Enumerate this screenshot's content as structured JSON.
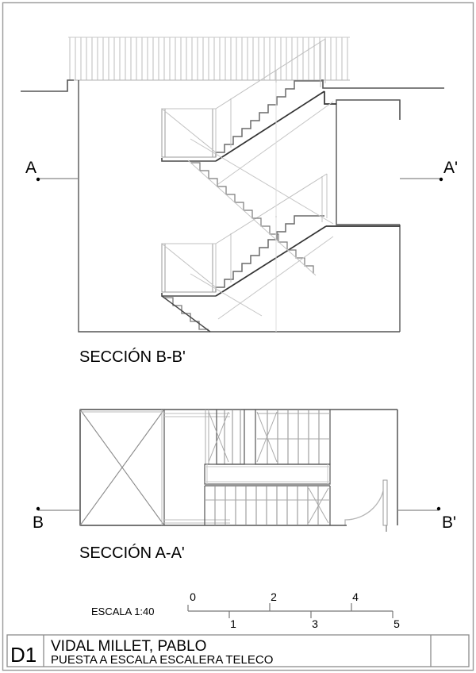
{
  "sheet": {
    "border_color": "#9a9a9a",
    "line_color": "#4a4a4a",
    "thin_color": "#b4b4b4",
    "hatch_color": "#d0d0d0"
  },
  "drawings": [
    {
      "id": "upper",
      "caption": "SECCIÓN B-B'",
      "type": "section",
      "markers": {
        "left": "A",
        "right": "A'"
      }
    },
    {
      "id": "lower",
      "caption": "SECCIÓN A-A'",
      "type": "plan",
      "markers": {
        "left": "B",
        "right": "B'"
      }
    }
  ],
  "scale": {
    "label": "ESCALA 1:40",
    "ticks_above": [
      "0",
      "2",
      "4"
    ],
    "ticks_below": [
      "1",
      "3",
      "5"
    ],
    "values": [
      0,
      1,
      2,
      3,
      4,
      5
    ]
  },
  "titleblock": {
    "sheet_code": "D1",
    "author": "VIDAL MILLET, PABLO",
    "subtitle": "PUESTA A ESCALA ESCALERA TELECO",
    "right_cell": ""
  }
}
